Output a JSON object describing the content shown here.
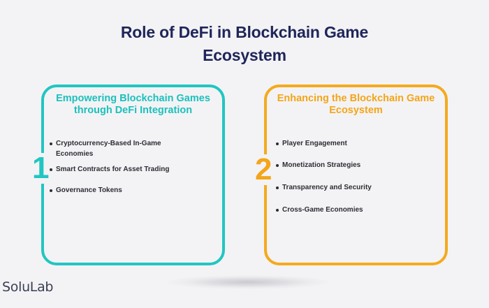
{
  "title": "Role of DeFi in Blockchain Game Ecosystem",
  "cards": [
    {
      "number": "1",
      "heading": "Empowering Blockchain Games through DeFi Integration",
      "items": [
        "Cryptocurrency-Based In-Game Economies",
        "Smart Contracts for Asset Trading",
        "Governance Tokens"
      ],
      "accent_color": "#21c6c2"
    },
    {
      "number": "2",
      "heading": "Enhancing the Blockchain Game Ecosystem",
      "items": [
        "Player Engagement",
        "Monetization Strategies",
        "Transparency and Security",
        "Cross-Game Economies"
      ],
      "accent_color": "#f4aa1e"
    }
  ],
  "logo": "SoluLab"
}
